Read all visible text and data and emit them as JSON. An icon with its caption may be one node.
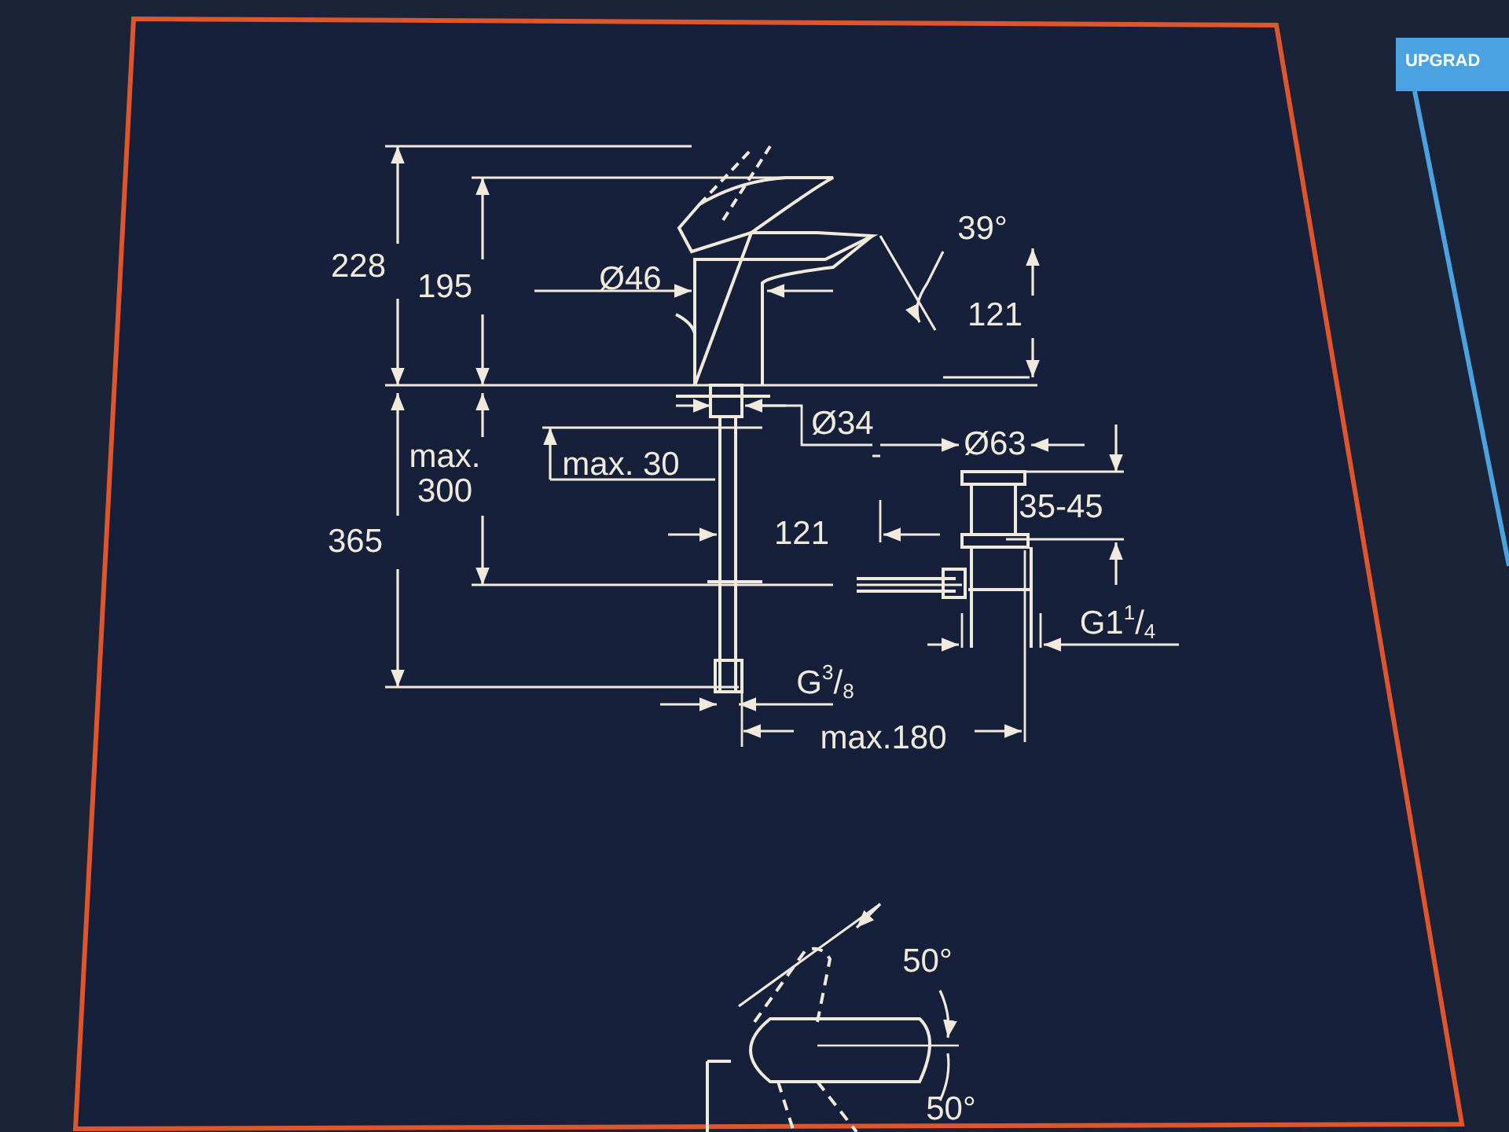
{
  "diagram": {
    "labels": [
      "UPGRAD",
      "228",
      "195",
      "Ø46",
      "39°",
      "121",
      "Ø34",
      "Ø63",
      "max. 300",
      "max. 30",
      "35-45",
      "365",
      "121",
      "G1$^{1}$/$_{4}$",
      "G$^{3}$/$_{8}$",
      "max.180",
      "50°",
      "50°"
    ]
  }
}
